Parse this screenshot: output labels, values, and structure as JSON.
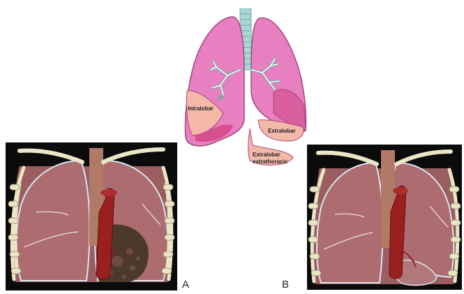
{
  "figure": {
    "top_diagram": {
      "labels": {
        "intralobar": "Intralobar",
        "extralobar": "Extralobar",
        "extralobar_extrathoracic_line1": "Extralobar",
        "extralobar_extrathoracic_line2": "extrathoracic"
      }
    },
    "panel_a": {
      "label": "A"
    },
    "panel_b": {
      "label": "B"
    }
  },
  "colors": {
    "lung_pink": "#e87fc0",
    "lung_outline": "#a6477f",
    "trachea": "#a9d8d4",
    "sequestration": "#f4b8a8",
    "tissue": "#a8656a",
    "rib": "#eae6c6",
    "aorta": "#9a1f1f",
    "background_dark": "#0b0b0b"
  }
}
